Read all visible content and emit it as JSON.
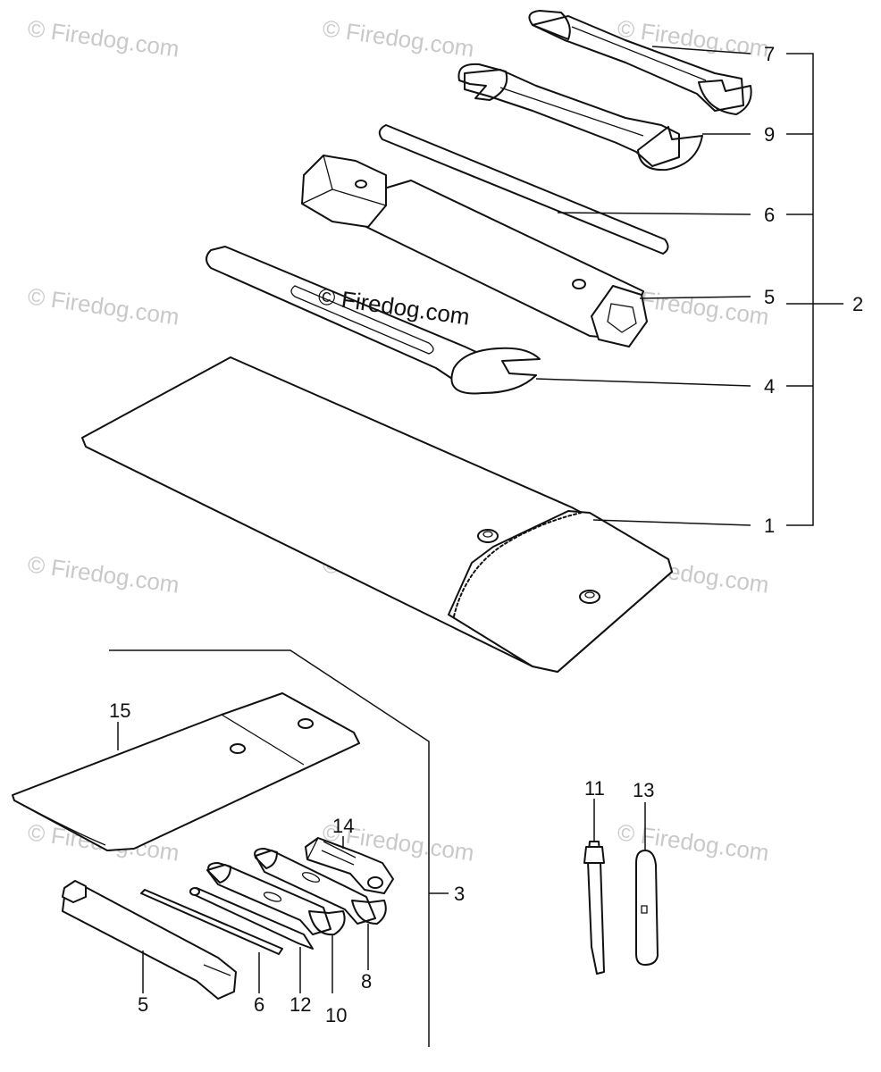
{
  "watermark": "© Firedog.com",
  "callouts": {
    "c1": "1",
    "c2": "2",
    "c3": "3",
    "c4": "4",
    "c5": "5",
    "c6": "6",
    "c7": "7",
    "c8": "8",
    "c9": "9",
    "c10": "10",
    "c11": "11",
    "c12": "12",
    "c13": "13",
    "c14": "14",
    "c15": "15",
    "c5b": "5",
    "c6b": "6"
  }
}
